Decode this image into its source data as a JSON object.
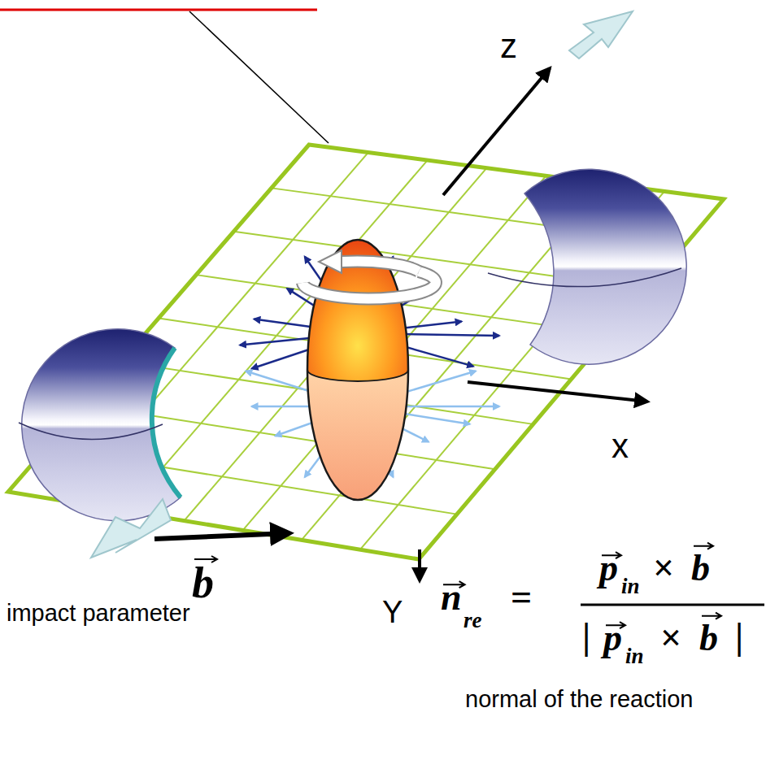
{
  "diagram": {
    "labels": [
      "z",
      "x",
      "b",
      "impact parameter",
      "Y",
      "n",
      "re",
      "=",
      "p",
      "in",
      "×",
      "b",
      "|",
      "p",
      "in",
      "×",
      "b",
      "|",
      "normal of the reaction"
    ]
  }
}
